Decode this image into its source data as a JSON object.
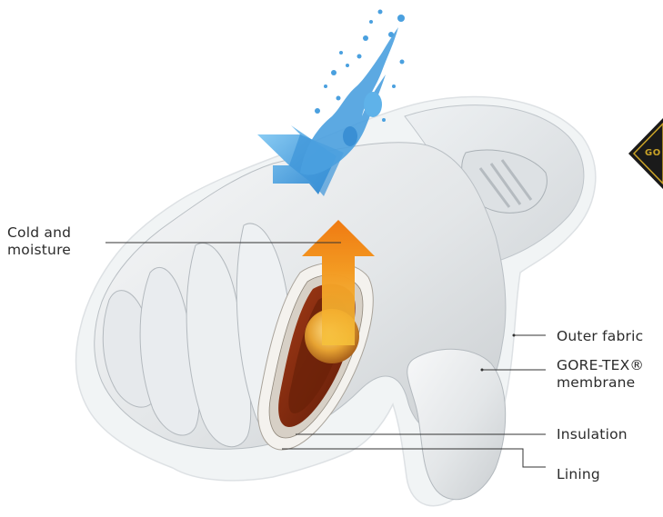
{
  "labels": {
    "cold_moisture_line1": "Cold and",
    "cold_moisture_line2": "moisture",
    "outer_fabric": "Outer fabric",
    "gore_tex_line1": "GORE-TEX®",
    "gore_tex_line2": "membrane",
    "insulation": "Insulation",
    "lining": "Lining"
  },
  "badge": {
    "text": "GO"
  },
  "colors": {
    "splash_blue": "#4aa0df",
    "warm_arrow": "#f08a1c",
    "insulation_red": "#8e2d12",
    "glove_white": "#eceff1",
    "badge_gold": "#c9a227"
  }
}
